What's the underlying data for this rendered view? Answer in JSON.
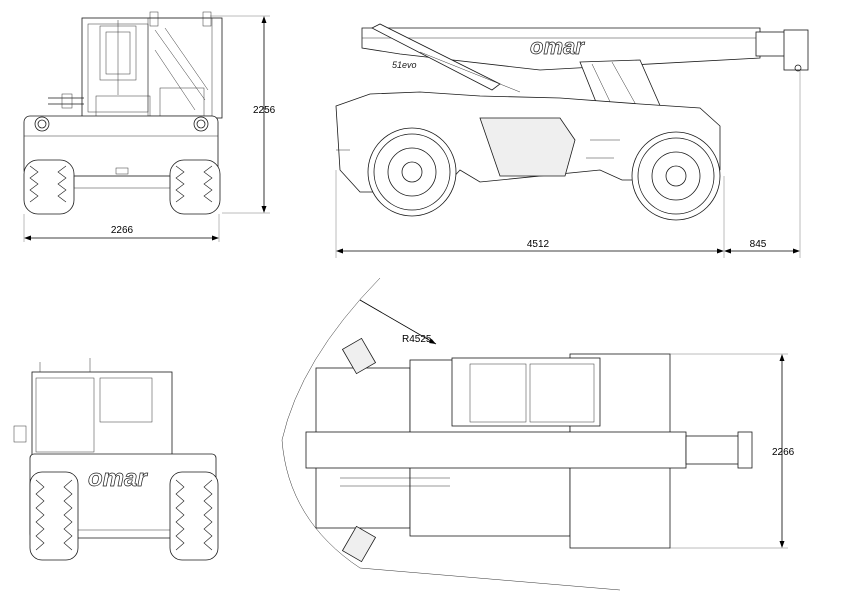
{
  "dimensions": {
    "front_width": "2266",
    "front_height": "2256",
    "side_wheelbase": "4512",
    "side_overhang": "845",
    "turn_radius": "R4525",
    "top_width": "2266"
  },
  "branding": {
    "logo": "omar",
    "model": "51evo"
  },
  "colors": {
    "line": "#1a1a1a",
    "background": "#ffffff",
    "panel_fill": "#efefef"
  }
}
